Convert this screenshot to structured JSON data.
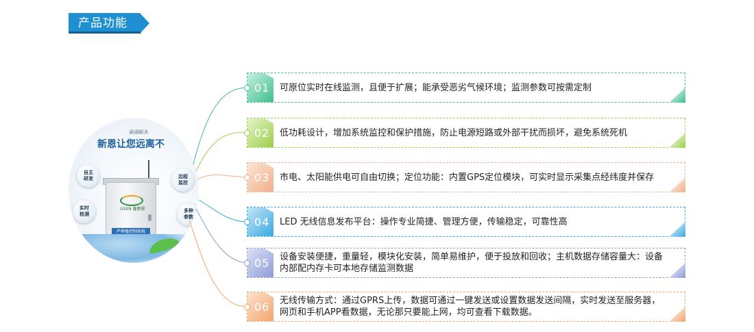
{
  "section": {
    "title": "产品功能",
    "tag_color": "#1e8fd0"
  },
  "product": {
    "slogan_small": "通通解决",
    "slogan": "新恩让您远离不",
    "bubbles": [
      "自主研发",
      "远程监控",
      "实时检测",
      "多种参数"
    ],
    "brand": "GSEN 鑫新恩",
    "label_strip": "产养殖控制系统"
  },
  "features": [
    {
      "num": "01",
      "text": "可原位实时在线监测，且便于扩展；能承受恶劣气候环境；监测参数可按需定制",
      "color": "#3fbf8f",
      "soft": "#c6efdd"
    },
    {
      "num": "02",
      "text": "低功耗设计，增加系统监控和保护措施，防止电源短路或外部干扰而损坏，避免系统死机",
      "color": "#9ccf4a",
      "soft": "#e4f3c7"
    },
    {
      "num": "03",
      "text": "市电、太阳能供电可自由切换；定位功能：内置GPS定位模块，可实时显示采集点经纬度并保存",
      "color": "#f0b089",
      "soft": "#fbe4d5"
    },
    {
      "num": "04",
      "text": "LED 无线信息发布平台：操作专业简捷、管理方便，传输稳定，可靠性高",
      "color": "#3aa8e0",
      "soft": "#c3e6f7"
    },
    {
      "num": "05",
      "text": "设备安装便捷，重量轻，模块化安装，简单易维护，便于投放和回收；主机数据存储容量大：设备内部配内存卡可本地存储监测数据",
      "color": "#8e9cd8",
      "soft": "#dde2f5"
    },
    {
      "num": "06",
      "text": "无线传输方式：通过GPRS上传，数据可通过一键发送或设置数据发送间隔，实时发送至服务器，网页和手机APP看数据，无论那只要能上网，均可查看下载数据。",
      "color": "#f3a56e",
      "soft": "#fde2cf"
    }
  ]
}
